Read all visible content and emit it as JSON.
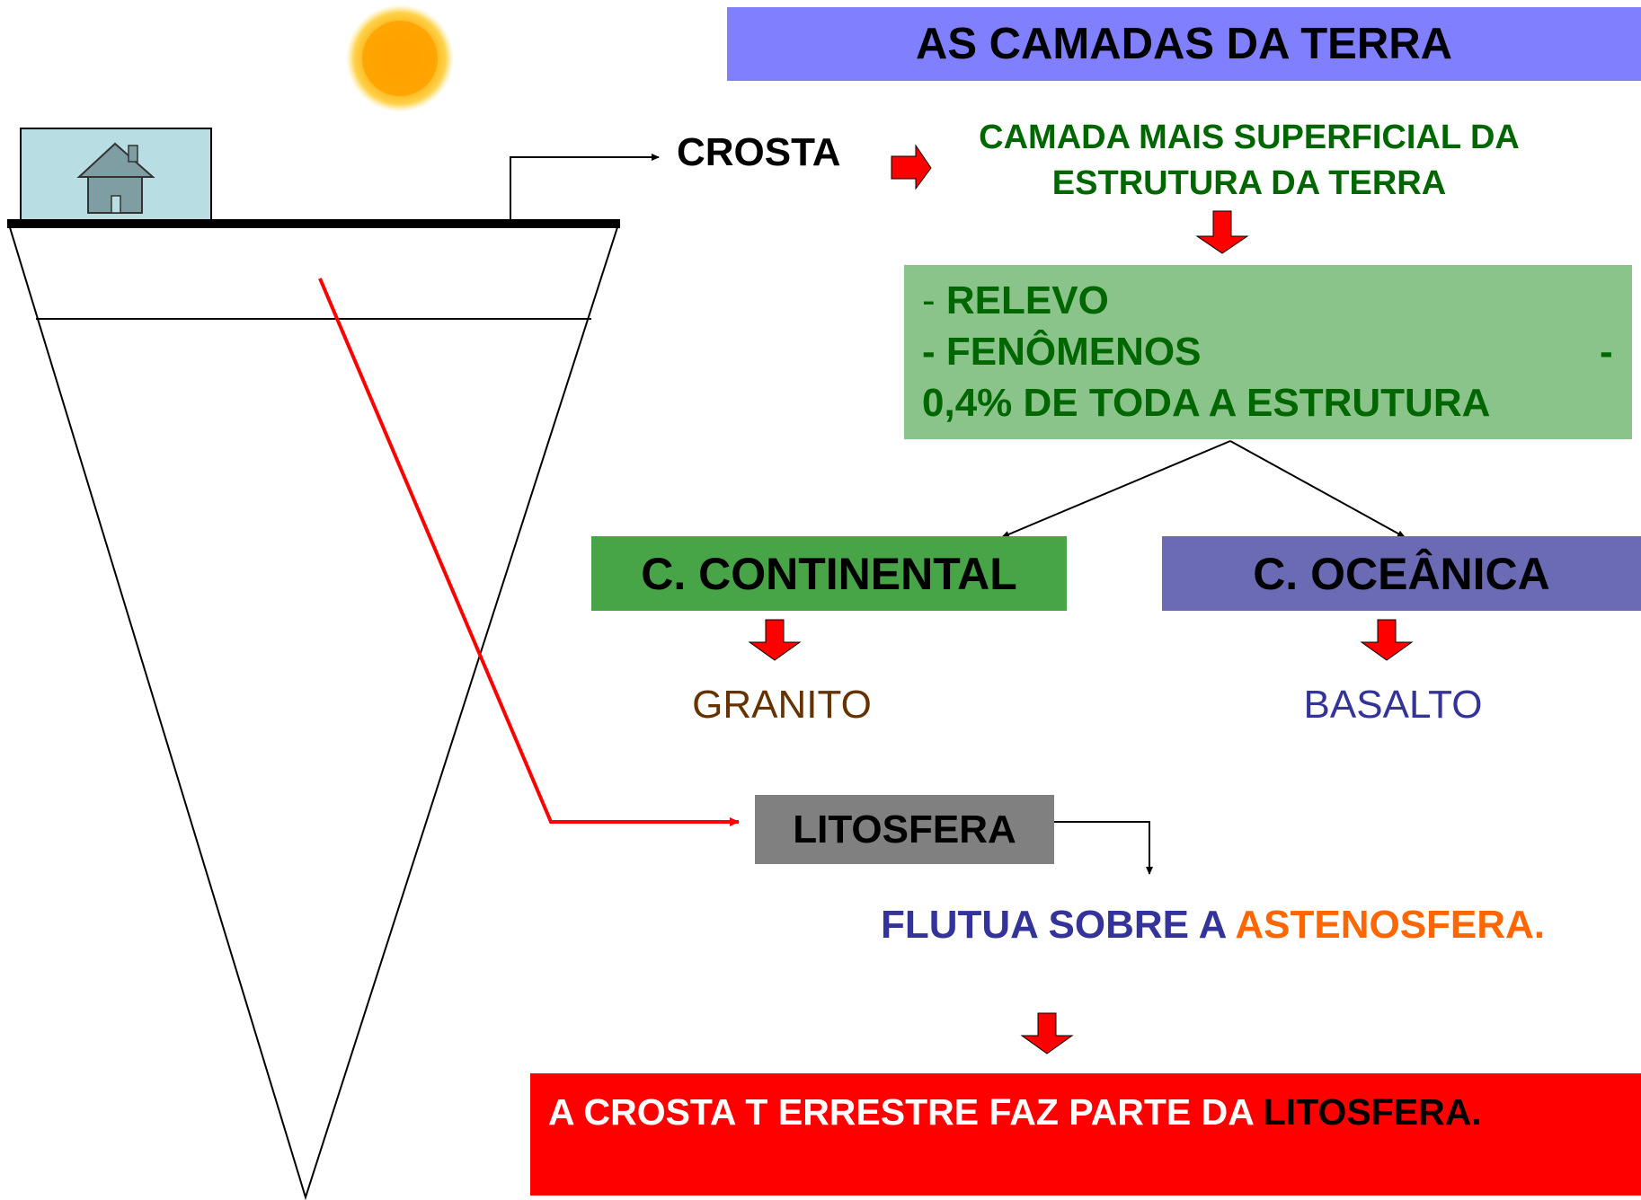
{
  "title": "AS CAMADAS DA TERRA",
  "crosta": {
    "label": "CROSTA",
    "description_line1": "CAMADA MAIS SUPERFICIAL DA",
    "description_line2": "ESTRUTURA DA TERRA"
  },
  "features": {
    "line1_dash": "-",
    "line1_text": "RELEVO",
    "line2_text": "- FENÔMENOS",
    "line2_dash": "-",
    "line3_text": "0,4% DE TODA A ESTRUTURA"
  },
  "continental": {
    "label": "C. CONTINENTAL",
    "rock": "GRANITO"
  },
  "oceanica": {
    "label": "C. OCEÂNICA",
    "rock": "BASALTO"
  },
  "litosfera": {
    "label": "LITOSFERA",
    "float_prefix": "FLUTUA SOBRE A ",
    "float_highlight": "ASTENOSFERA."
  },
  "conclusion": {
    "prefix": "A CROSTA T ERRESTRE FAZ PARTE DA ",
    "highlight": "LITOSFERA."
  },
  "icons": [
    "sun-icon",
    "house-icon",
    "red-block-arrow-icon"
  ],
  "colors": {
    "title_bg": "#8080ff",
    "green_text": "#006600",
    "features_bg": "#8ac48a",
    "continental_bg": "#47a447",
    "oceanica_bg": "#6b6bb5",
    "granito_text": "#663300",
    "basalto_text": "#333399",
    "litosfera_bg": "#808080",
    "astenosfera_text": "#ff6600",
    "conclusion_bg": "#ff0000",
    "arrow_red": "#ff0000"
  }
}
